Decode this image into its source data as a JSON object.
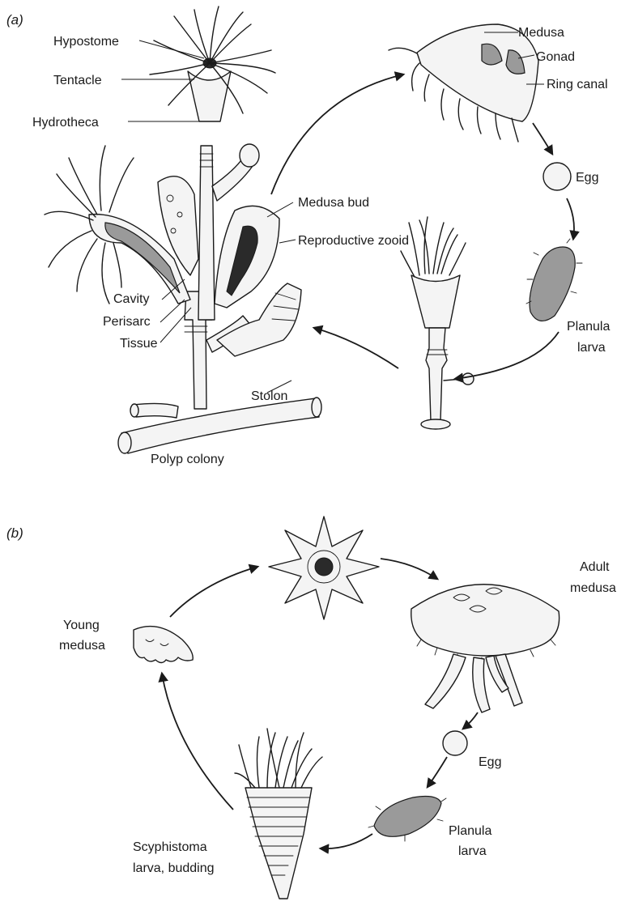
{
  "panel_a": {
    "panel_label": "(a)",
    "labels": {
      "hypostome": "Hypostome",
      "tentacle": "Tentacle",
      "hydrotheca": "Hydrotheca",
      "medusa": "Medusa",
      "gonad": "Gonad",
      "ring_canal": "Ring canal",
      "egg": "Egg",
      "medusa_bud": "Medusa bud",
      "reproductive_zooid": "Reproductive zooid",
      "cavity": "Cavity",
      "perisarc": "Perisarc",
      "tissue": "Tissue",
      "planula_line1": "Planula",
      "planula_line2": "larva",
      "stolon": "Stolon",
      "polyp_colony": "Polyp colony"
    }
  },
  "panel_b": {
    "panel_label": "(b)",
    "labels": {
      "young_medusa_line1": "Young",
      "young_medusa_line2": "medusa",
      "adult_medusa_line1": "Adult",
      "adult_medusa_line2": "medusa",
      "egg": "Egg",
      "planula_line1": "Planula",
      "planula_line2": "larva",
      "scyphistoma_line1": "Scyphistoma",
      "scyphistoma_line2": "larva, budding"
    }
  }
}
